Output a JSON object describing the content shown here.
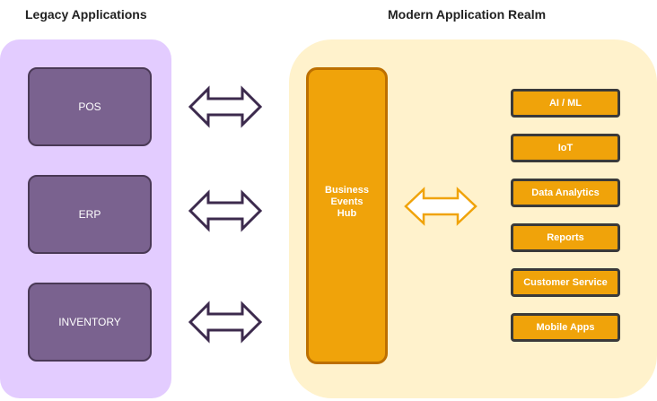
{
  "legacy": {
    "title": "Legacy Applications",
    "apps": [
      "POS",
      "ERP",
      "INVENTORY"
    ]
  },
  "modern": {
    "title": "Modern Application Realm",
    "hub_label": "Business\nEvents\nHub",
    "services": [
      "AI / ML",
      "IoT",
      "Data Analytics",
      "Reports",
      "Customer Service",
      "Mobile Apps"
    ]
  },
  "colors": {
    "legacy_panel": "#e3ccff",
    "legacy_box": "#7a628f",
    "modern_panel": "#fff2cc",
    "hub": "#f0a30a",
    "legacy_arrow": "#3c2a4d",
    "modern_arrow": "#f0a30a"
  }
}
